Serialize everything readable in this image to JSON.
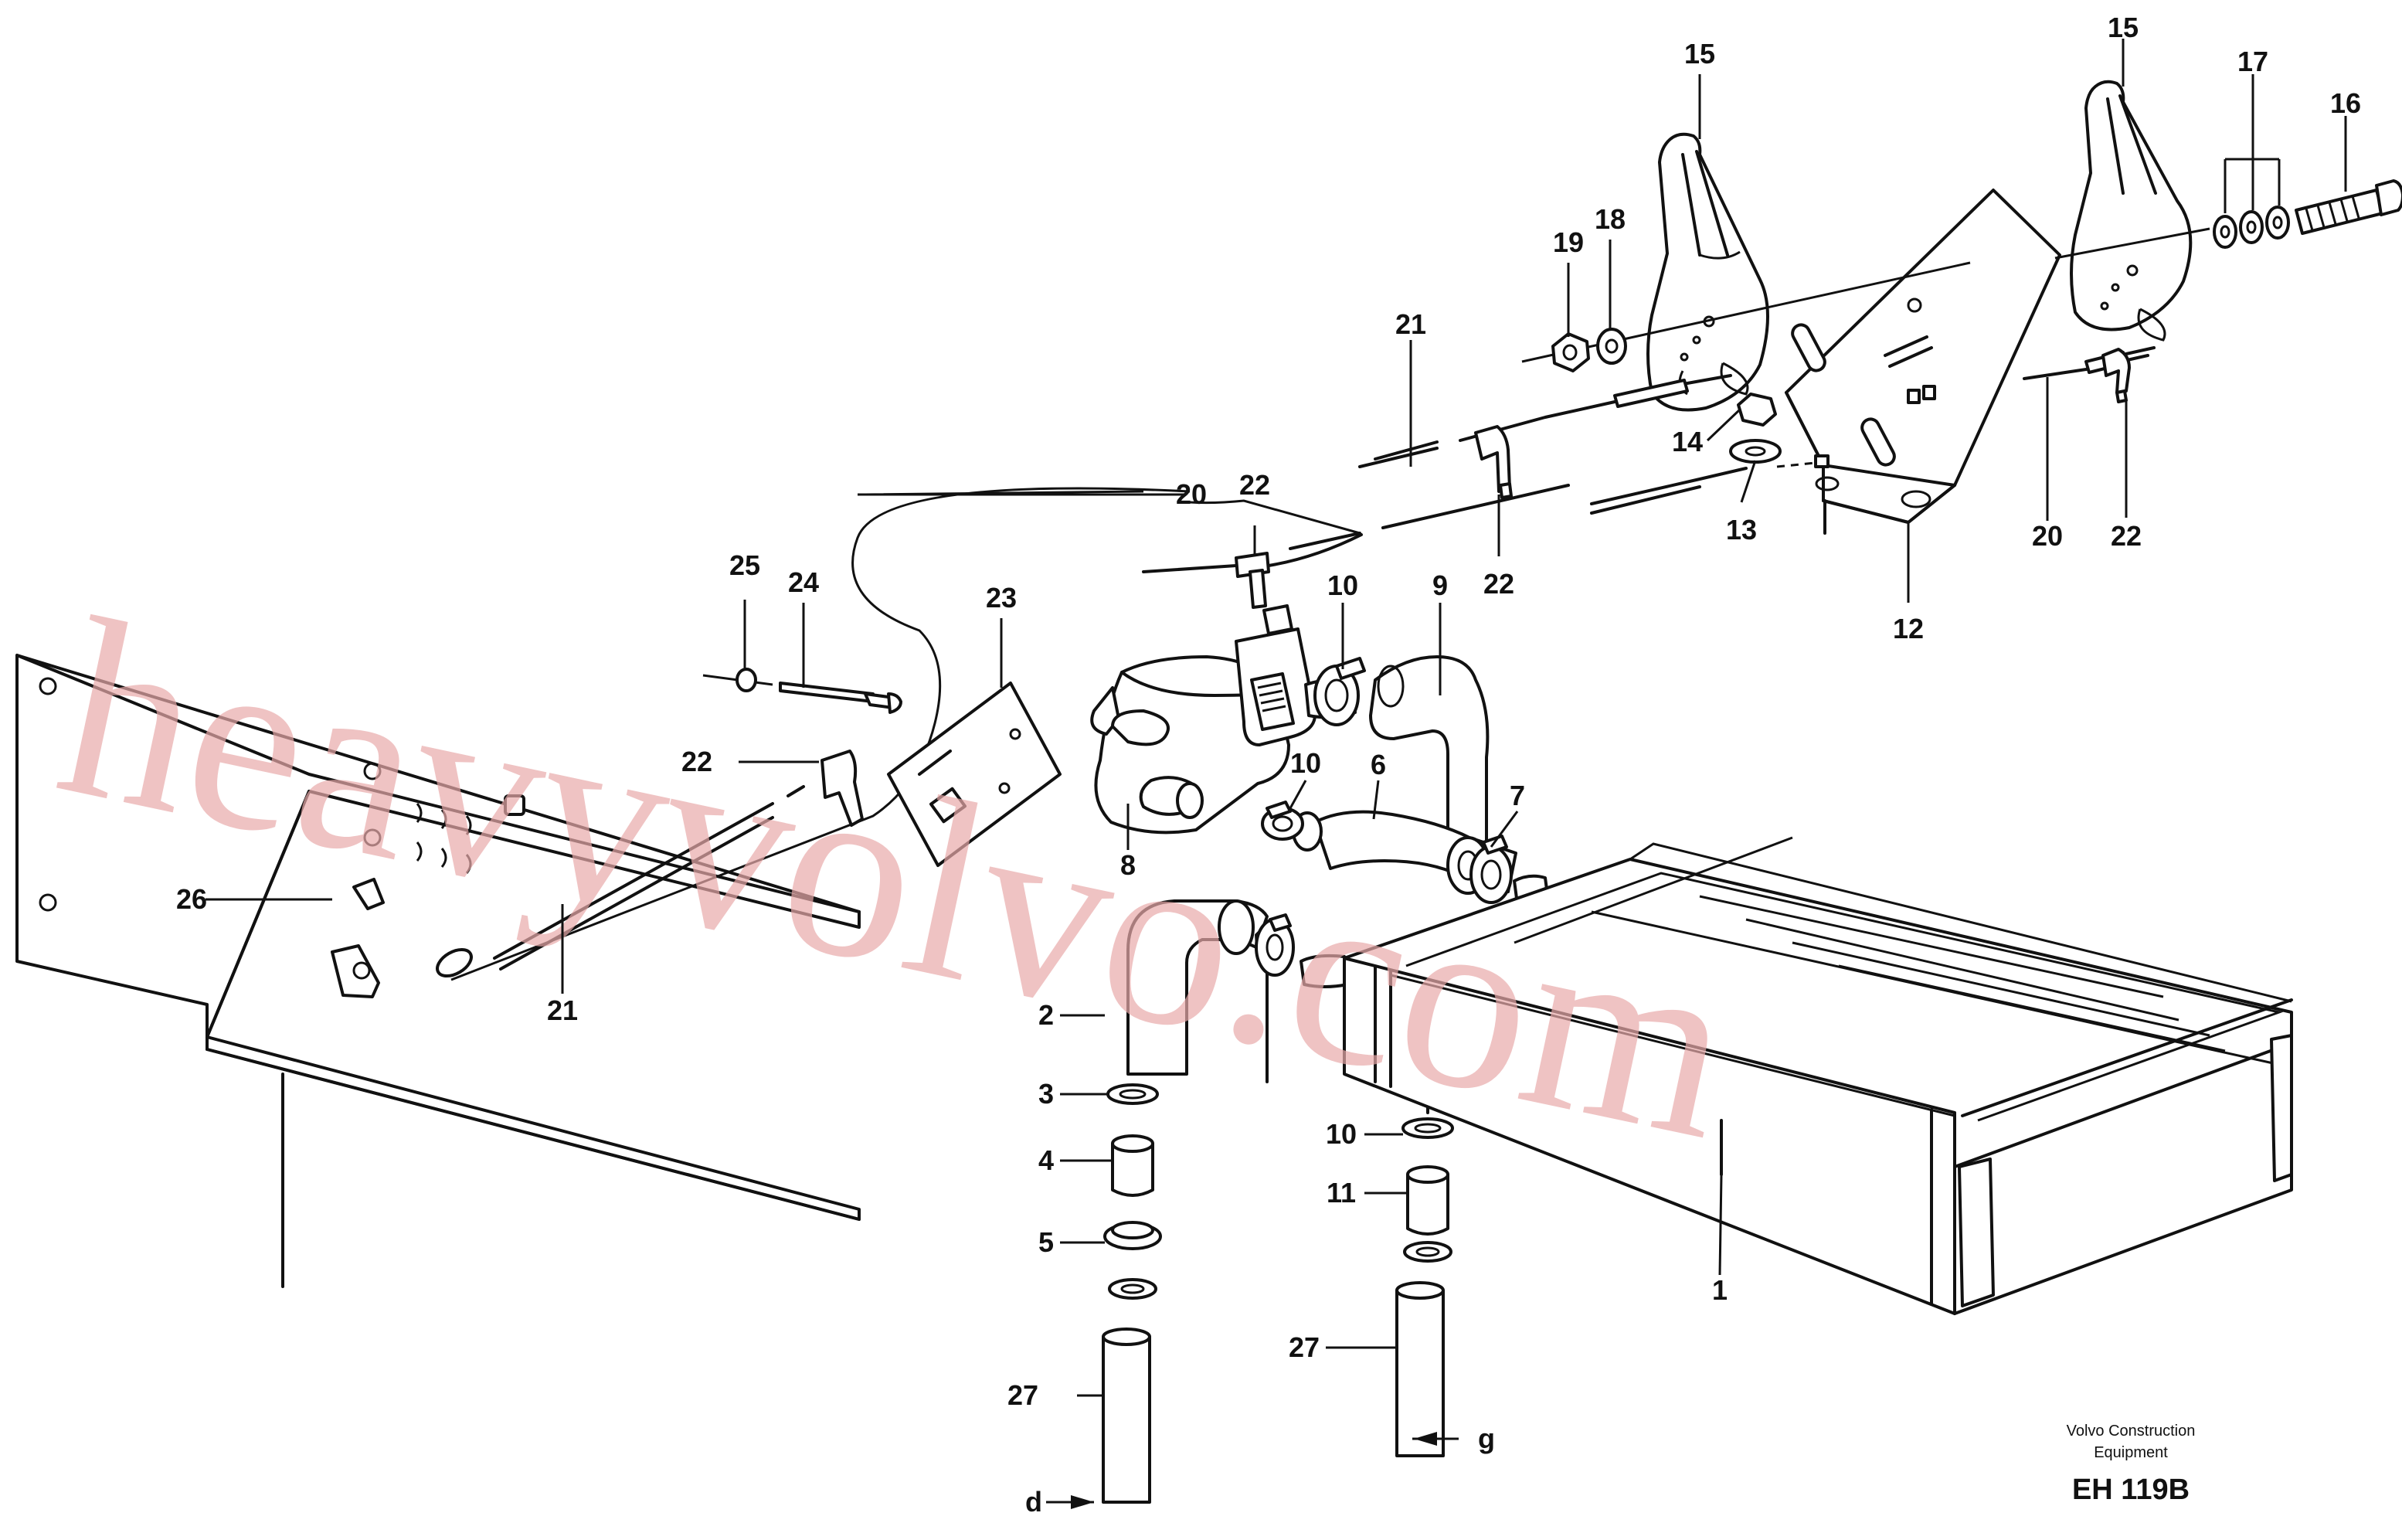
{
  "callouts": [
    {
      "id": "1",
      "label": "1"
    },
    {
      "id": "2",
      "label": "2"
    },
    {
      "id": "3",
      "label": "3"
    },
    {
      "id": "4",
      "label": "4"
    },
    {
      "id": "5",
      "label": "5"
    },
    {
      "id": "6",
      "label": "6"
    },
    {
      "id": "7",
      "label": "7"
    },
    {
      "id": "8",
      "label": "8"
    },
    {
      "id": "9",
      "label": "9"
    },
    {
      "id": "10a",
      "label": "10"
    },
    {
      "id": "10b",
      "label": "10"
    },
    {
      "id": "10c",
      "label": "10"
    },
    {
      "id": "11",
      "label": "11"
    },
    {
      "id": "12",
      "label": "12"
    },
    {
      "id": "13",
      "label": "13"
    },
    {
      "id": "14",
      "label": "14"
    },
    {
      "id": "15a",
      "label": "15"
    },
    {
      "id": "15b",
      "label": "15"
    },
    {
      "id": "16",
      "label": "16"
    },
    {
      "id": "17",
      "label": "17"
    },
    {
      "id": "18",
      "label": "18"
    },
    {
      "id": "19",
      "label": "19"
    },
    {
      "id": "20a",
      "label": "20"
    },
    {
      "id": "20b",
      "label": "20"
    },
    {
      "id": "21a",
      "label": "21"
    },
    {
      "id": "21b",
      "label": "21"
    },
    {
      "id": "22a",
      "label": "22"
    },
    {
      "id": "22b",
      "label": "22"
    },
    {
      "id": "22c",
      "label": "22"
    },
    {
      "id": "22d",
      "label": "22"
    },
    {
      "id": "23",
      "label": "23"
    },
    {
      "id": "24",
      "label": "24"
    },
    {
      "id": "25",
      "label": "25"
    },
    {
      "id": "26",
      "label": "26"
    },
    {
      "id": "27a",
      "label": "27"
    },
    {
      "id": "27b",
      "label": "27"
    }
  ],
  "flow_markers": [
    {
      "id": "d",
      "label": "d"
    },
    {
      "id": "g",
      "label": "g"
    }
  ],
  "caption": {
    "line1": "Volvo Construction",
    "line2": "Equipment",
    "code": "EH 119B"
  },
  "watermark": "heavyvolvo.com"
}
